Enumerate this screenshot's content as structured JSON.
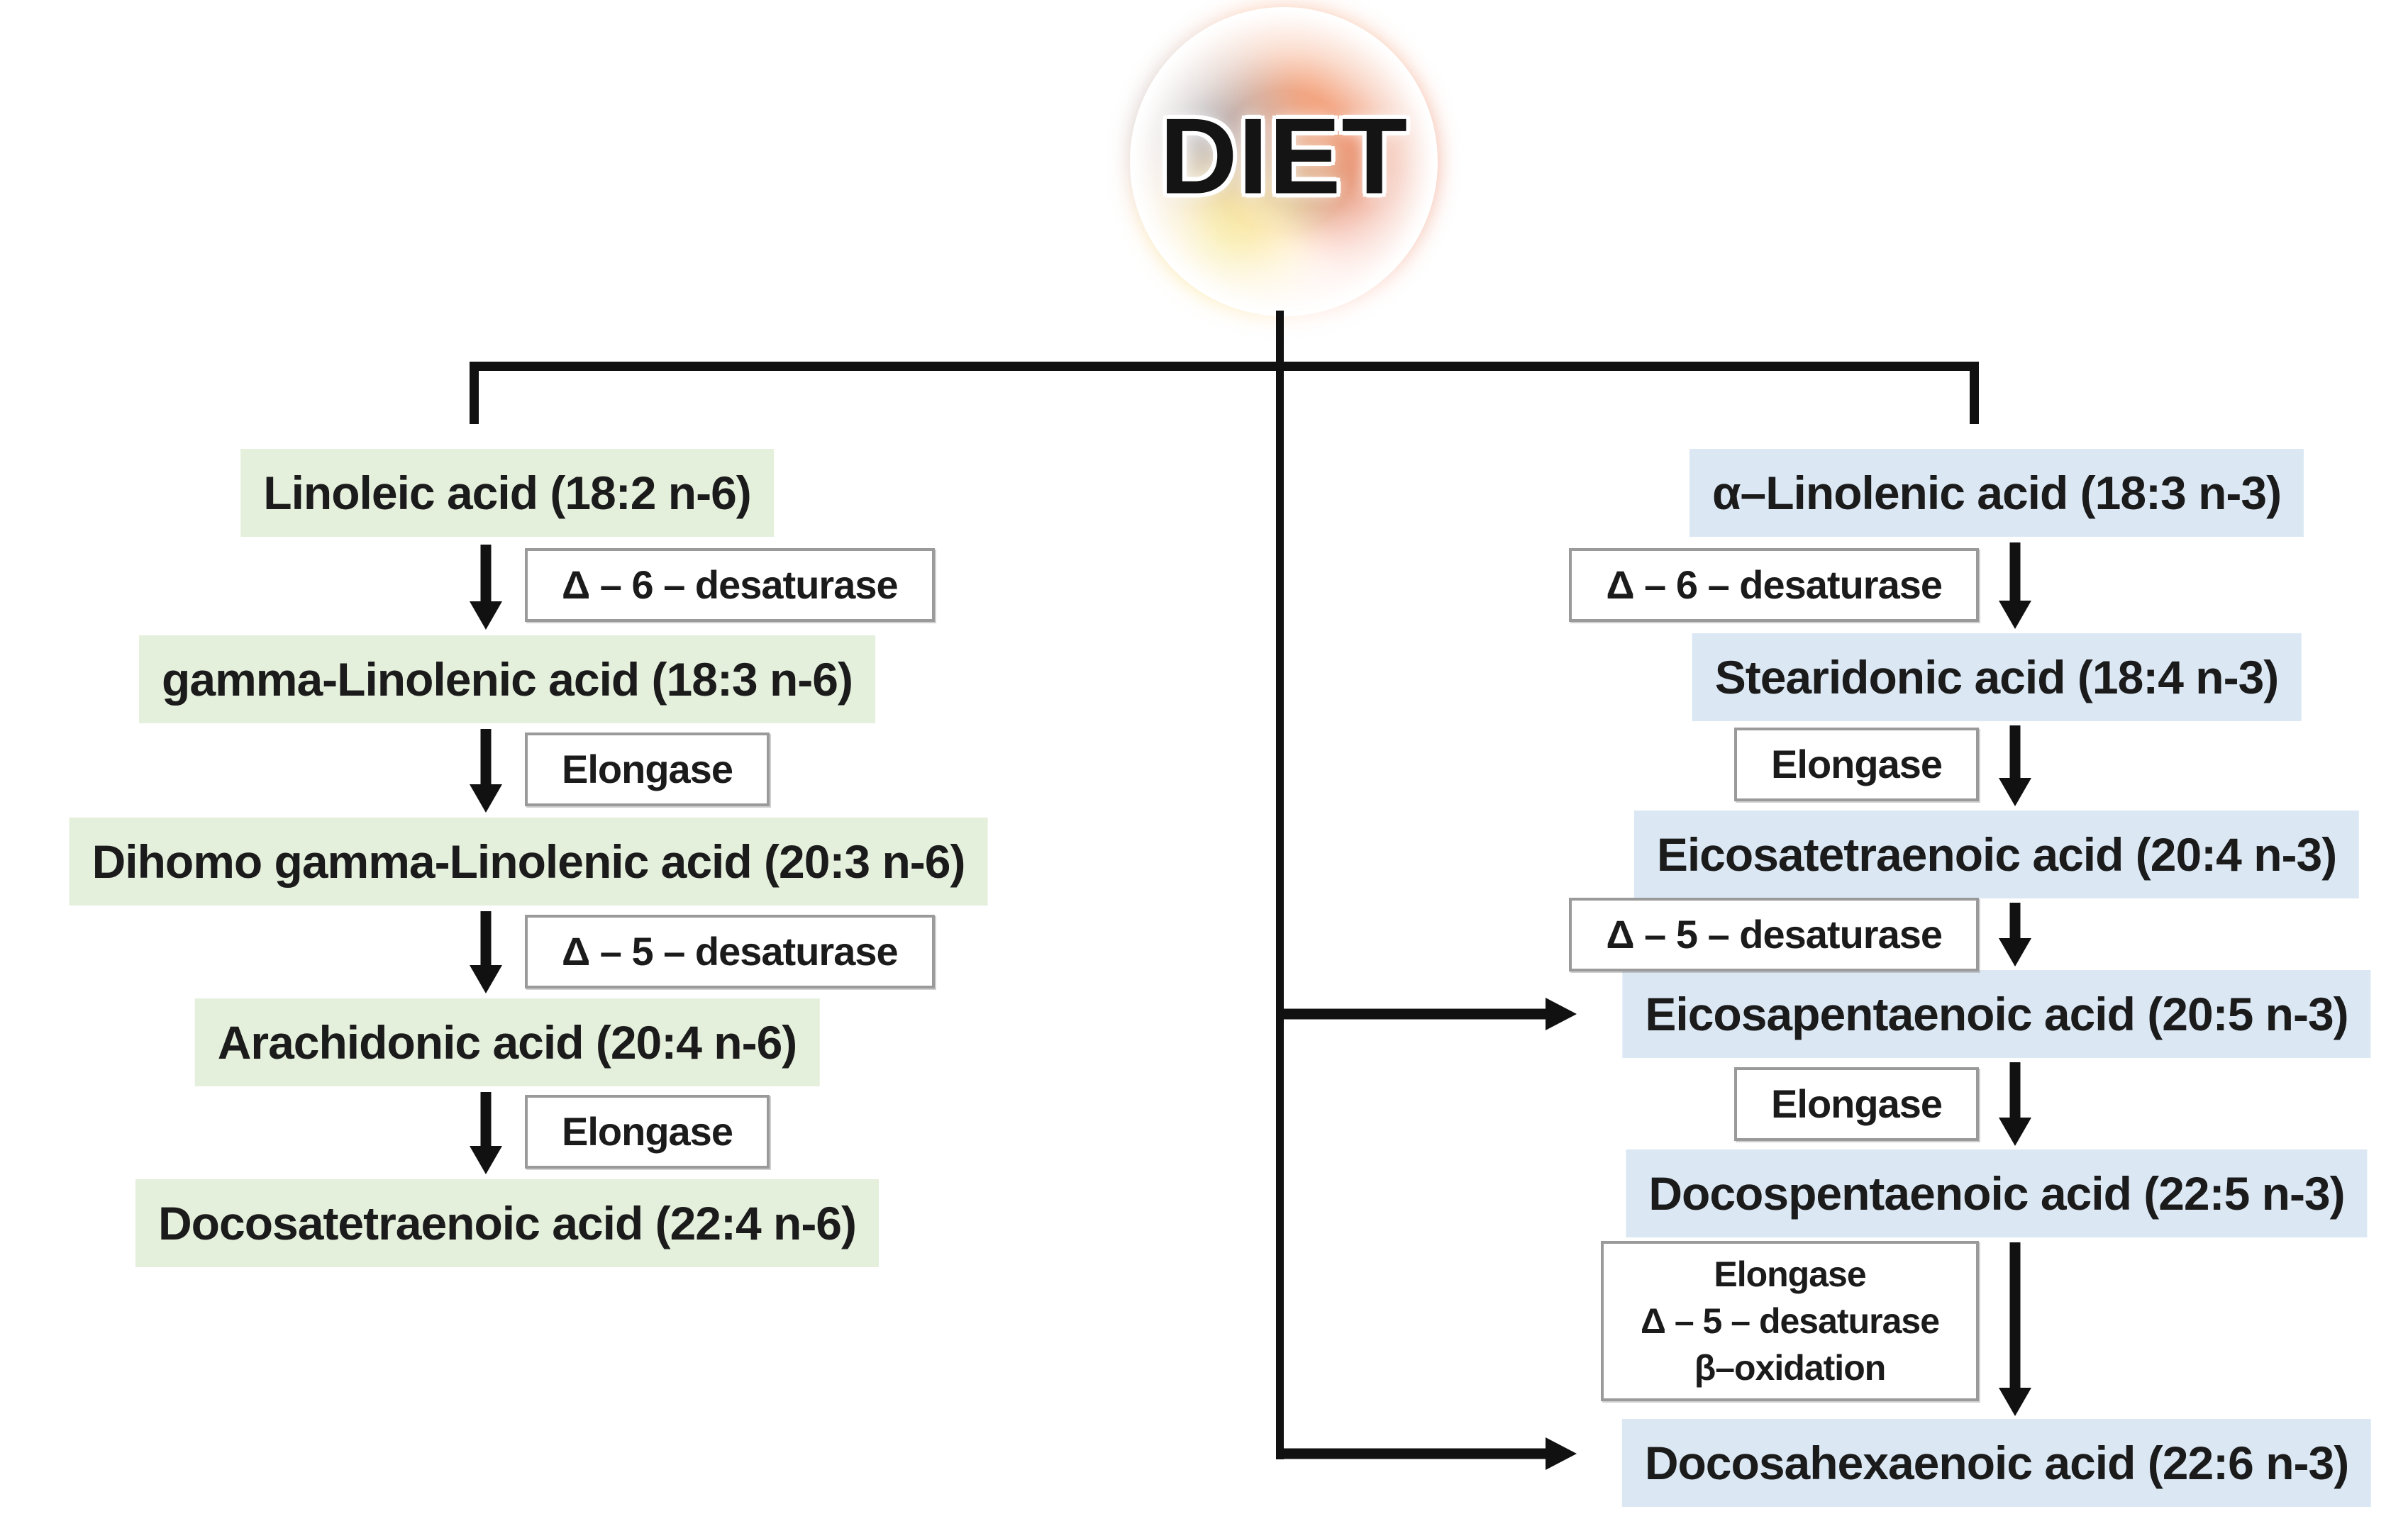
{
  "diet": {
    "label": "DIET"
  },
  "omega6": {
    "box_color": "#e4efdc",
    "nodes": [
      "Linoleic acid (18:2 n-6)",
      "gamma-Linolenic acid (18:3 n-6)",
      "Dihomo gamma-Linolenic acid (20:3 n-6)",
      "Arachidonic acid (20:4 n-6)",
      "Docosatetraenoic acid (22:4 n-6)"
    ],
    "enzymes": [
      "Δ – 6 – desaturase",
      "Elongase",
      "Δ – 5 – desaturase",
      "Elongase"
    ]
  },
  "omega3": {
    "box_color": "#dbe8f4",
    "nodes": [
      "α–Linolenic acid (18:3 n-3)",
      "Stearidonic acid (18:4 n-3)",
      "Eicosatetraenoic acid (20:4 n-3)",
      "Eicosapentaenoic acid (20:5 n-3)",
      "Docospentaenoic acid (22:5 n-3)",
      "Docosahexaenoic acid (22:6 n-3)"
    ],
    "enzymes": [
      "Δ – 6 – desaturase",
      "Elongase",
      "Δ – 5 – desaturase",
      "Elongase"
    ],
    "final_step_enzymes": [
      "Elongase",
      "Δ – 5 – desaturase",
      "β–oxidation"
    ]
  },
  "colors": {
    "line": "#111111",
    "enzyme_border": "#9a9a9a",
    "text": "#1b1b1b"
  }
}
